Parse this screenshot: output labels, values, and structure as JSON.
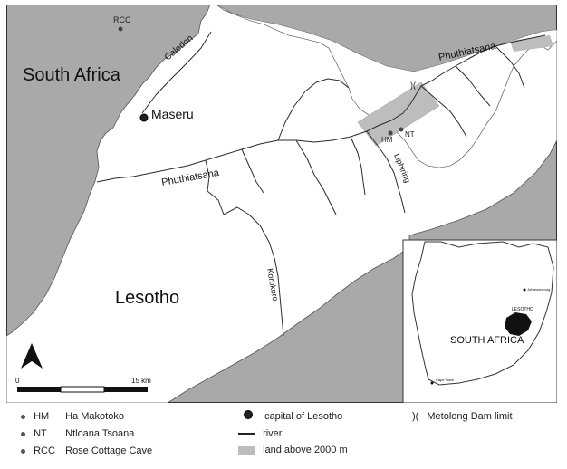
{
  "labels": {
    "south_africa": "South Africa",
    "lesotho": "Lesotho",
    "maseru": "Maseru",
    "rcc": "RCC",
    "hm": "HM",
    "nt": "NT",
    "caledon": "Caledon",
    "phuthiatsana_east": "Phuthiatsana",
    "phuthiatsana_west": "Phuthiatsana",
    "liphiring": "Liphiring",
    "korokoro": "Korokoro"
  },
  "scale_bar": {
    "start": "0",
    "end": "15 km"
  },
  "inset": {
    "country": "SOUTH AFRICA",
    "lesotho": "LESOTHO",
    "city_1": "Johannesburg",
    "city_2": "Cape Town"
  },
  "legend": {
    "hm_code": "HM",
    "hm_name": "Ha Makotoko",
    "nt_code": "NT",
    "nt_name": "Ntloana Tsoana",
    "rcc_code": "RCC",
    "rcc_name": "Rose Cottage Cave",
    "capital": "capital of Lesotho",
    "river": "river",
    "land": "land above 2000 m",
    "dam": "Metolong Dam limit",
    "dam_symbol": ")("
  },
  "colors": {
    "south_africa_fill": "#a9a9a9",
    "lesotho_fill": "#ffffff",
    "land_above_2000m": "#bdbdbd",
    "river": "#2a2a2a"
  }
}
